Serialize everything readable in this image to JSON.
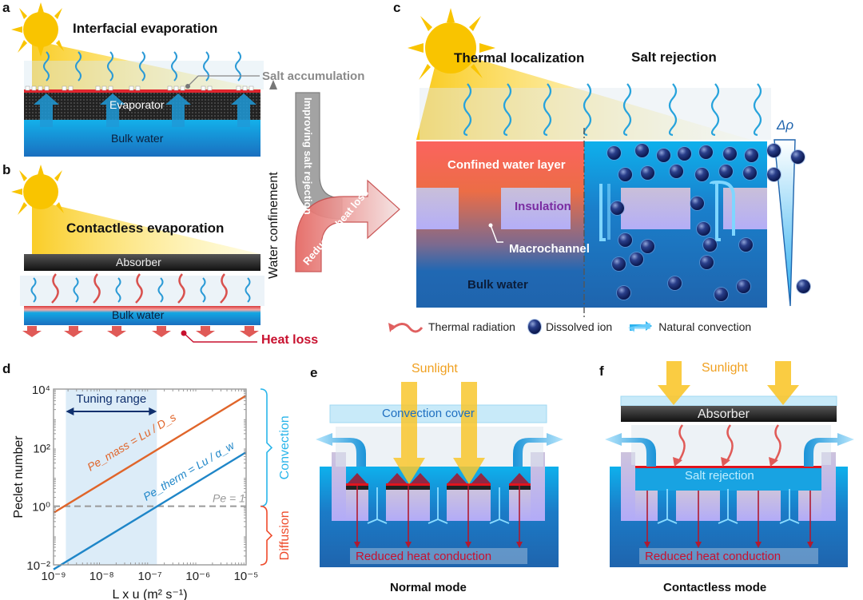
{
  "panels": {
    "a": {
      "label": "a",
      "title": "Interfacial evaporation",
      "evaporator": "Evaporator",
      "bulk_water": "Bulk water",
      "salt_label": "Salt accumulation"
    },
    "b": {
      "label": "b",
      "title": "Contactless evaporation",
      "absorber": "Absorber",
      "bulk_water": "Bulk water",
      "heat_loss": "Heat loss"
    },
    "middle": {
      "axis_label": "Water confinement",
      "gray_arrow": "Improving salt rejection",
      "red_arrow": "Reducing heat loss"
    },
    "c": {
      "label": "c",
      "left_title": "Thermal localization",
      "right_title": "Salt rejection",
      "confined": "Confined water layer",
      "insulation": "Insulation",
      "macrochannel": "Macrochannel",
      "bulk_water": "Bulk water",
      "delta_rho": "Δρ",
      "legend": [
        {
          "icon": "thermal-radiation-icon",
          "label": "Thermal radiation"
        },
        {
          "icon": "dissolved-ion-icon",
          "label": "Dissolved ion"
        },
        {
          "icon": "natural-convection-icon",
          "label": "Natural convection"
        }
      ]
    },
    "d": {
      "label": "d"
    },
    "e": {
      "label": "e",
      "sunlight": "Sunlight",
      "cover": "Convection cover",
      "conduction": "Reduced heat conduction",
      "caption": "Normal mode"
    },
    "f": {
      "label": "f",
      "sunlight": "Sunlight",
      "absorber": "Absorber",
      "salt_rejection": "Salt rejection",
      "conduction": "Reduced heat conduction",
      "caption": "Contactless mode"
    }
  },
  "colors": {
    "sun": "#f9c400",
    "water_light": "#14aee8",
    "water_dark": "#1f64ad",
    "hot": "#f5655a",
    "insulation": "#c6bde0",
    "orange_line": "#e0652a",
    "blue_line": "#1f86c8",
    "heat": "#c8102e",
    "convection_brace": "#29b5ea",
    "diffusion_brace": "#ee4b2b"
  },
  "chart_data": {
    "type": "line",
    "title": "",
    "xlabel": "L x u (m² s⁻¹)",
    "ylabel": "Peclet number",
    "xscale": "log",
    "yscale": "log",
    "xlim": [
      1e-09,
      1e-05
    ],
    "ylim": [
      0.01,
      10000
    ],
    "x_ticks": [
      "10⁻⁹",
      "10⁻⁸",
      "10⁻⁷",
      "10⁻⁶",
      "10⁻⁵"
    ],
    "y_ticks": [
      "10⁻²",
      "10⁰",
      "10²",
      "10⁴"
    ],
    "series": [
      {
        "name": "Pe_mass = Lu/D_s",
        "color": "#e0652a",
        "x": [
          1e-09,
          1e-05
        ],
        "y": [
          0.6,
          6000
        ]
      },
      {
        "name": "Pe_therm = Lu/α_w",
        "color": "#1f86c8",
        "x": [
          1e-09,
          1e-05
        ],
        "y": [
          0.007,
          70
        ]
      }
    ],
    "reference_line": {
      "y": 1,
      "label": "Pe = 1",
      "style": "dashed"
    },
    "shaded_region": {
      "x": [
        1.8e-09,
        1.4e-07
      ],
      "label": "Tuning range"
    },
    "annotations": [
      {
        "text": "Pe_mass = Lu / D_s",
        "series": "mass"
      },
      {
        "text": "Pe_therm = Lu / α_w",
        "series": "therm"
      }
    ],
    "braces": [
      {
        "label": "Convection",
        "range": [
          1,
          10000
        ]
      },
      {
        "label": "Diffusion",
        "range": [
          0.01,
          1
        ]
      }
    ],
    "grid": false,
    "legend": "none"
  }
}
